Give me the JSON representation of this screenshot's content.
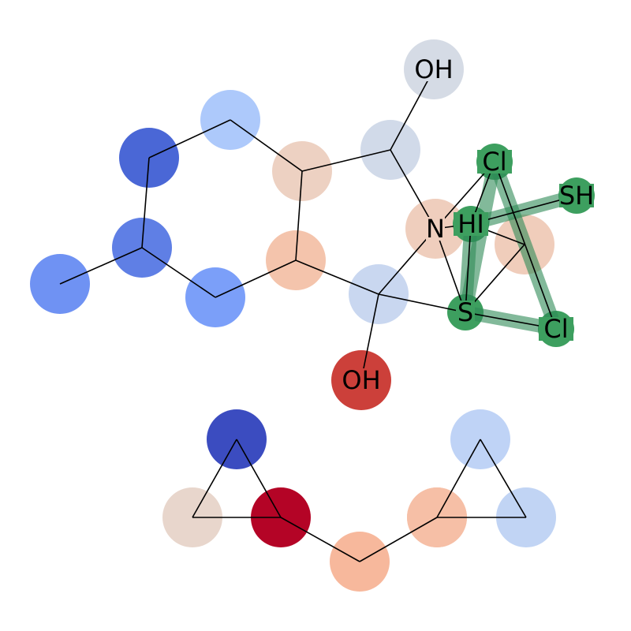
{
  "colors": {
    "highlight": "#2e8b57",
    "bond": "#000000",
    "label": "#000000",
    "background": "#ffffff"
  },
  "molecule": {
    "atoms": [
      {
        "id": "a0",
        "label": "OH",
        "color": "#d5dbe5"
      },
      {
        "id": "a1",
        "label": "",
        "color": "#d1dae9"
      },
      {
        "id": "a2",
        "label": "",
        "color": "#adc9fb"
      },
      {
        "id": "a3",
        "label": "",
        "color": "#4a67d6"
      },
      {
        "id": "a4",
        "label": "",
        "color": "#edd1c2"
      },
      {
        "id": "a5",
        "label": "N",
        "color": "#efcebd"
      },
      {
        "id": "a6",
        "label": "Cl",
        "color": "#3d9f5f"
      },
      {
        "id": "a7",
        "label": "SH",
        "color": "#3d9f5f"
      },
      {
        "id": "a8",
        "label": "HI",
        "color": "#3d9f5f"
      },
      {
        "id": "a9",
        "label": "",
        "color": "#f0cdbb"
      },
      {
        "id": "a10",
        "label": "",
        "color": "#5f7fe5"
      },
      {
        "id": "a11",
        "label": "",
        "color": "#f4c4ac"
      },
      {
        "id": "a12",
        "label": "",
        "color": "#6f92f3"
      },
      {
        "id": "a13",
        "label": "",
        "color": "#7b9ff9"
      },
      {
        "id": "a14",
        "label": "",
        "color": "#c9d7f0"
      },
      {
        "id": "a15",
        "label": "S",
        "color": "#3d9f5f"
      },
      {
        "id": "a16",
        "label": "Cl",
        "color": "#3d9f5f"
      },
      {
        "id": "a17",
        "label": "OH",
        "color": "#cc403a"
      },
      {
        "id": "b0",
        "label": "",
        "color": "#3b4cc0"
      },
      {
        "id": "b1",
        "label": "",
        "color": "#bfd3f6"
      },
      {
        "id": "b2",
        "label": "",
        "color": "#e8d6cc"
      },
      {
        "id": "b3",
        "label": "",
        "color": "#b40426"
      },
      {
        "id": "b4",
        "label": "",
        "color": "#f4c6af"
      },
      {
        "id": "b5",
        "label": "",
        "color": "#f6bfa6"
      },
      {
        "id": "b6",
        "label": "",
        "color": "#c1d4f4"
      },
      {
        "id": "b7",
        "label": "",
        "color": "#f7b89c"
      }
    ],
    "bonds": [
      [
        "a0",
        "a1"
      ],
      [
        "a1",
        "a4"
      ],
      [
        "a1",
        "a5"
      ],
      [
        "a4",
        "a2"
      ],
      [
        "a2",
        "a3"
      ],
      [
        "a3",
        "a10"
      ],
      [
        "a10",
        "a12"
      ],
      [
        "a10",
        "a13"
      ],
      [
        "a13",
        "a11"
      ],
      [
        "a11",
        "a4"
      ],
      [
        "a11",
        "a14"
      ],
      [
        "a14",
        "a5"
      ],
      [
        "a14",
        "a15"
      ],
      [
        "a14",
        "a17"
      ],
      [
        "a5",
        "a6"
      ],
      [
        "a5",
        "a15"
      ],
      [
        "a5",
        "a8"
      ],
      [
        "a6",
        "a8"
      ],
      [
        "a6",
        "a16"
      ],
      [
        "a8",
        "a7"
      ],
      [
        "a8",
        "a15"
      ],
      [
        "a9",
        "a8"
      ],
      [
        "a9",
        "a15"
      ],
      [
        "a15",
        "a16"
      ],
      [
        "b0",
        "b2"
      ],
      [
        "b0",
        "b3"
      ],
      [
        "b2",
        "b3"
      ],
      [
        "b3",
        "b7"
      ],
      [
        "b7",
        "b5"
      ],
      [
        "b5",
        "b1"
      ],
      [
        "b5",
        "b6"
      ],
      [
        "b1",
        "b6"
      ]
    ],
    "highlight_bonds": [
      [
        "a6",
        "a16"
      ],
      [
        "a6",
        "a15"
      ],
      [
        "a8",
        "a7"
      ],
      [
        "a8",
        "a15"
      ],
      [
        "a15",
        "a16"
      ]
    ]
  }
}
